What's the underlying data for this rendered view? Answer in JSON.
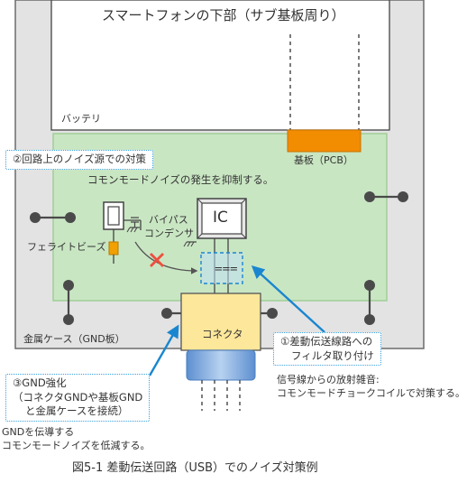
{
  "title": "スマートフォンの下部（サブ基板周り）",
  "battery_label": "バッテリ",
  "pcb_label": "基板（PCB）",
  "case_label": "金属ケース（GND板）",
  "ferrite_label": "フェライトビーズ",
  "bypass_label_line1": "バイパス",
  "bypass_label_line2": "コンデンサ",
  "ic_label": "IC",
  "connector_label": "コネクタ",
  "choke_symbol": "⩶",
  "callout_noise_source": "②回路上のノイズ源での対策",
  "common_mode_note": "コモンモードノイズの発生を抑制する。",
  "callout_filter_line1": "①差動伝送線路への",
  "callout_filter_line2": "フィルタ取り付け",
  "filter_note_line1": "信号線からの放射雑音:",
  "filter_note_line2": "コモンモードチョークコイルで対策する。",
  "callout_gnd_line1": "③GND強化",
  "callout_gnd_line2": "（コネクタGNDや基板GND",
  "callout_gnd_line3": "と金属ケースを接続）",
  "gnd_note_line1": "GNDを伝導する",
  "gnd_note_line2": "コモンモードノイズを低減する。",
  "caption": "図5-1 差動伝送回路（USB）でのノイズ対策例",
  "colors": {
    "case_fill": "#e3e3e3",
    "pcb_fill": "#c9e6c3",
    "pcb_border": "#9fcf96",
    "pcb_tab": "#f28c00",
    "connector_fill": "#fce79a",
    "ferrite": "#f2a000",
    "arrow_blue": "#1a86cf",
    "cross_red": "#ef4f3f",
    "screw": "#4a4a4a"
  }
}
